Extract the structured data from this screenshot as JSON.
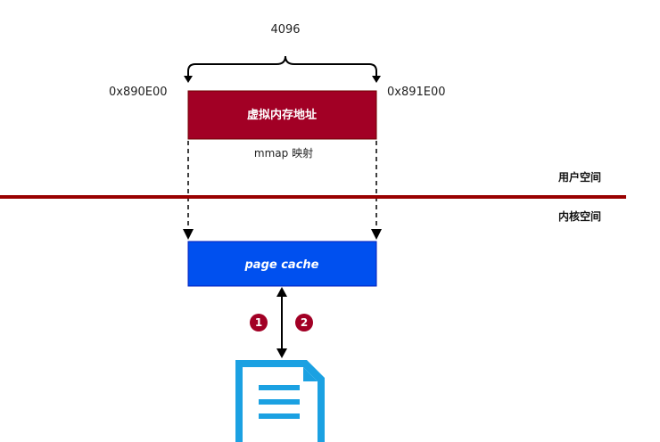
{
  "size_label": "4096",
  "start_address": "0x890E00",
  "end_address": "0x891E00",
  "virtual_memory_label": "虚拟内存地址",
  "mmap_label": "mmap 映射",
  "user_space_label": "用户空间",
  "kernel_space_label": "内核空间",
  "page_cache_label": "page cache",
  "step_1": "1",
  "step_2": "2",
  "colors": {
    "virtual_box": "#a20025",
    "page_cache": "#0050ef",
    "divider": "#990000",
    "file_icon": "#1ba1e2",
    "step_badge": "#a20025"
  },
  "icons": [
    "file-icon"
  ]
}
